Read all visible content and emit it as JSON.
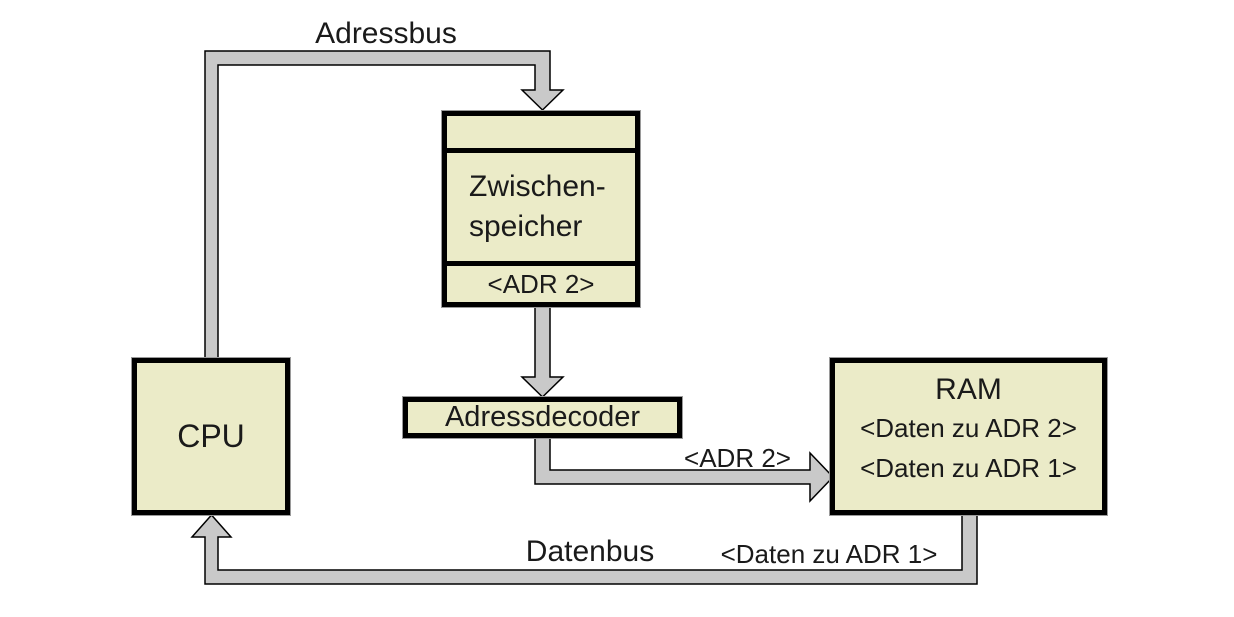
{
  "diagram": {
    "bus_labels": {
      "adressbus": "Adressbus",
      "datenbus": "Datenbus",
      "adr2": "<ADR 2>",
      "daten_zu_adr1": "<Daten zu ADR 1>"
    },
    "nodes": {
      "cpu": {
        "title": "CPU"
      },
      "zwischenspeicher": {
        "title_line1": "Zwischen-",
        "title_line2": "speicher",
        "slot": "<ADR 2>"
      },
      "adressdecoder": {
        "title": "Adressdecoder"
      },
      "ram": {
        "title": "RAM",
        "rows": [
          "<Daten zu ADR 2>",
          "<Daten zu ADR 1>"
        ]
      }
    },
    "colors": {
      "node_fill": "#EBEBC8",
      "bus_fill": "#C9C9C9",
      "border": "#000000",
      "background": "#FFFFFF"
    }
  }
}
